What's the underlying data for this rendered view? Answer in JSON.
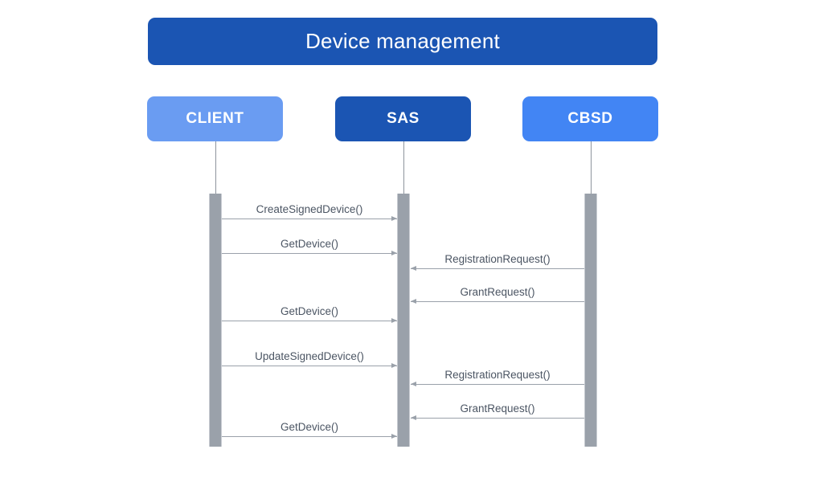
{
  "title": {
    "text": "Device management",
    "color": "#1b55b3"
  },
  "participants": [
    {
      "id": "client",
      "label": "CLIENT",
      "color": "#6a9cf2"
    },
    {
      "id": "sas",
      "label": "SAS",
      "color": "#1b55b3"
    },
    {
      "id": "cbsd",
      "label": "CBSD",
      "color": "#4285f4"
    }
  ],
  "messages": [
    {
      "label": "CreateSignedDevice()",
      "from": "client",
      "to": "sas",
      "direction": "right"
    },
    {
      "label": "GetDevice()",
      "from": "client",
      "to": "sas",
      "direction": "right"
    },
    {
      "label": "RegistrationRequest()",
      "from": "cbsd",
      "to": "sas",
      "direction": "left"
    },
    {
      "label": "GrantRequest()",
      "from": "cbsd",
      "to": "sas",
      "direction": "left"
    },
    {
      "label": "GetDevice()",
      "from": "client",
      "to": "sas",
      "direction": "right"
    },
    {
      "label": "UpdateSignedDevice()",
      "from": "client",
      "to": "sas",
      "direction": "right"
    },
    {
      "label": "RegistrationRequest()",
      "from": "cbsd",
      "to": "sas",
      "direction": "left"
    },
    {
      "label": "GrantRequest()",
      "from": "cbsd",
      "to": "sas",
      "direction": "left"
    },
    {
      "label": "GetDevice()",
      "from": "client",
      "to": "sas",
      "direction": "right"
    }
  ],
  "colors": {
    "lifeline": "#8e949d",
    "activation_bar": "#9aa1aa",
    "message_line": "#9aa1aa",
    "label_text": "#4b5563",
    "background": "#ffffff"
  }
}
